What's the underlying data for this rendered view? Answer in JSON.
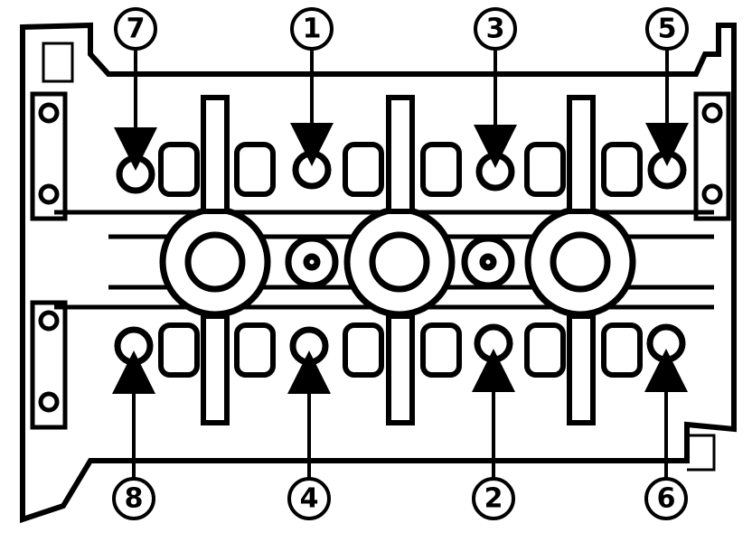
{
  "diagram": {
    "callouts_top": [
      {
        "label": "7",
        "bolt": "intake-side-bolt-7"
      },
      {
        "label": "1",
        "bolt": "intake-side-bolt-1"
      },
      {
        "label": "3",
        "bolt": "intake-side-bolt-3"
      },
      {
        "label": "5",
        "bolt": "intake-side-bolt-5"
      }
    ],
    "callouts_bottom": [
      {
        "label": "8",
        "bolt": "exhaust-side-bolt-8"
      },
      {
        "label": "4",
        "bolt": "exhaust-side-bolt-4"
      },
      {
        "label": "2",
        "bolt": "exhaust-side-bolt-2"
      },
      {
        "label": "6",
        "bolt": "exhaust-side-bolt-6"
      }
    ],
    "colors": {
      "ink": "#000000",
      "paper": "#ffffff"
    }
  }
}
